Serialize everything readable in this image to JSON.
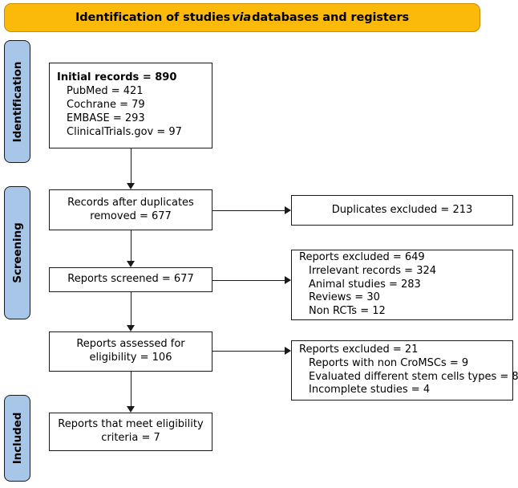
{
  "header": {
    "title_part1": "Identification of studies ",
    "title_italic": "via",
    "title_part2": " databases and registers"
  },
  "stages": [
    {
      "id": "identification",
      "label": "Identification"
    },
    {
      "id": "screening",
      "label": "Screening"
    },
    {
      "id": "included",
      "label": "Included"
    }
  ],
  "flow": {
    "initial_records": {
      "title": "Initial records = 890",
      "sources": [
        "PubMed = 421",
        "Cochrane = 79",
        "EMBASE = 293",
        "ClinicalTrials.gov = 97"
      ]
    },
    "after_duplicates": {
      "line1": "Records after duplicates",
      "line2": "removed = 677"
    },
    "reports_screened": {
      "line1": "Reports screened = 677"
    },
    "reports_assessed": {
      "line1": "Reports assessed for",
      "line2": "eligibility = 106"
    },
    "reports_included": {
      "line1": "Reports that meet eligibility",
      "line2": "criteria = 7"
    }
  },
  "exclusions": {
    "duplicates": {
      "title": "Duplicates excluded = 213"
    },
    "screening": {
      "title": "Reports excluded = 649",
      "reasons": [
        "Irrelevant records = 324",
        "Animal studies = 283",
        "Reviews = 30",
        "Non RCTs = 12"
      ]
    },
    "eligibility": {
      "title": "Reports excluded = 21",
      "reasons": [
        "Reports with non CroMSCs = 9",
        "Evaluated different stem cells types = 8",
        "Incomplete studies = 4"
      ]
    }
  },
  "colors": {
    "banner": "#FBB90A",
    "stage_fill": "#A7C6E8",
    "box_border": "#1A1A1A",
    "text": "#000000"
  }
}
